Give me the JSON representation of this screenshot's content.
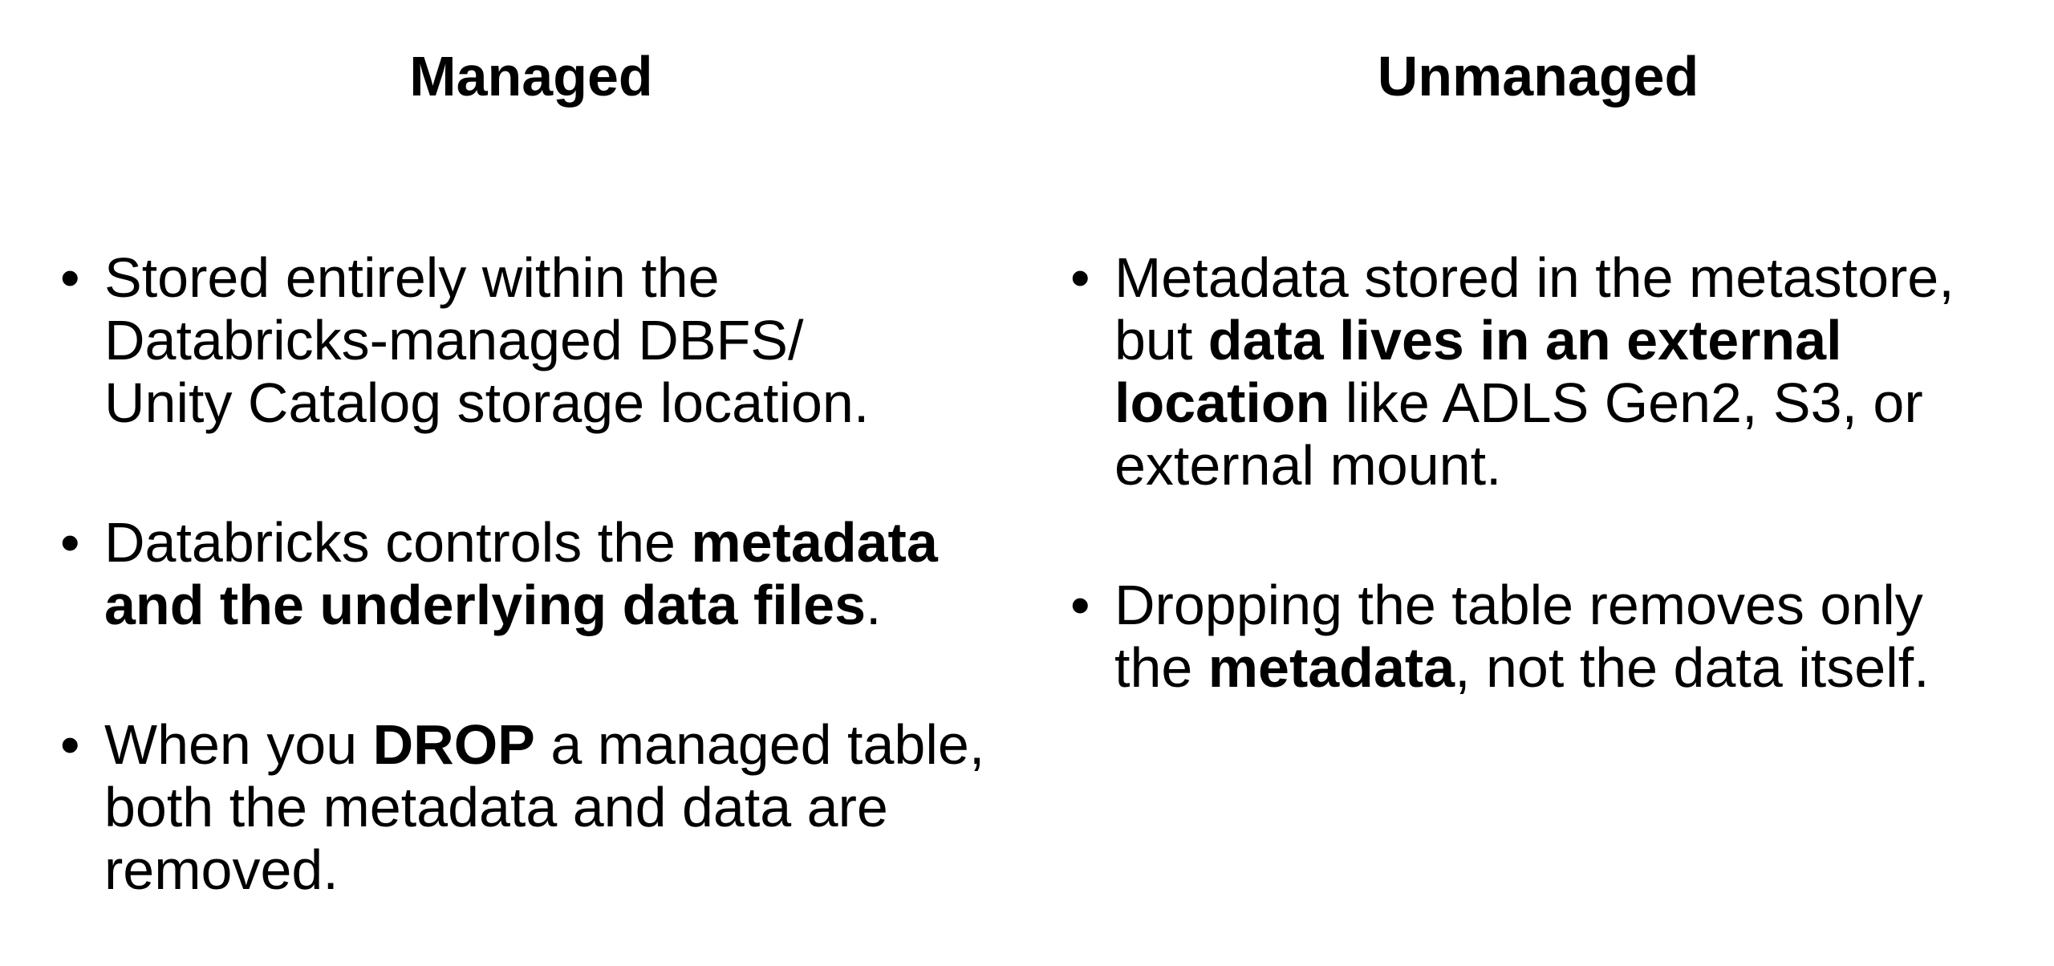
{
  "slide": {
    "bullet_char": "•",
    "text_color": "#000000",
    "background_color": "#ffffff",
    "columns": [
      {
        "header": "Managed",
        "bullets": [
          {
            "lines": [
              [
                {
                  "t": "Stored entirely within the",
                  "b": false
                }
              ],
              [
                {
                  "t": "Databricks-managed DBFS/",
                  "b": false
                }
              ],
              [
                {
                  "t": "Unity Catalog storage location.",
                  "b": false
                }
              ]
            ]
          },
          {
            "lines": [
              [
                {
                  "t": "Databricks controls the ",
                  "b": false
                },
                {
                  "t": "metadata",
                  "b": true
                }
              ],
              [
                {
                  "t": "and the underlying data files",
                  "b": true
                },
                {
                  "t": ".",
                  "b": false
                }
              ]
            ]
          },
          {
            "lines": [
              [
                {
                  "t": "When you ",
                  "b": false
                },
                {
                  "t": "DROP",
                  "b": true
                },
                {
                  "t": " a managed table,",
                  "b": false
                }
              ],
              [
                {
                  "t": "both the metadata and data are",
                  "b": false
                }
              ],
              [
                {
                  "t": "removed.",
                  "b": false
                }
              ]
            ]
          }
        ]
      },
      {
        "header": "Unmanaged",
        "bullets": [
          {
            "lines": [
              [
                {
                  "t": "Metadata stored in the metastore,",
                  "b": false
                }
              ],
              [
                {
                  "t": "but ",
                  "b": false
                },
                {
                  "t": "data lives in an external",
                  "b": true
                }
              ],
              [
                {
                  "t": "location",
                  "b": true
                },
                {
                  "t": " like ADLS Gen2, S3, or",
                  "b": false
                }
              ],
              [
                {
                  "t": "external mount.",
                  "b": false
                }
              ]
            ]
          },
          {
            "lines": [
              [
                {
                  "t": "Dropping the table removes only",
                  "b": false
                }
              ],
              [
                {
                  "t": "the ",
                  "b": false
                },
                {
                  "t": "metadata",
                  "b": true
                },
                {
                  "t": ", not the data itself.",
                  "b": false
                }
              ]
            ]
          }
        ]
      }
    ]
  }
}
